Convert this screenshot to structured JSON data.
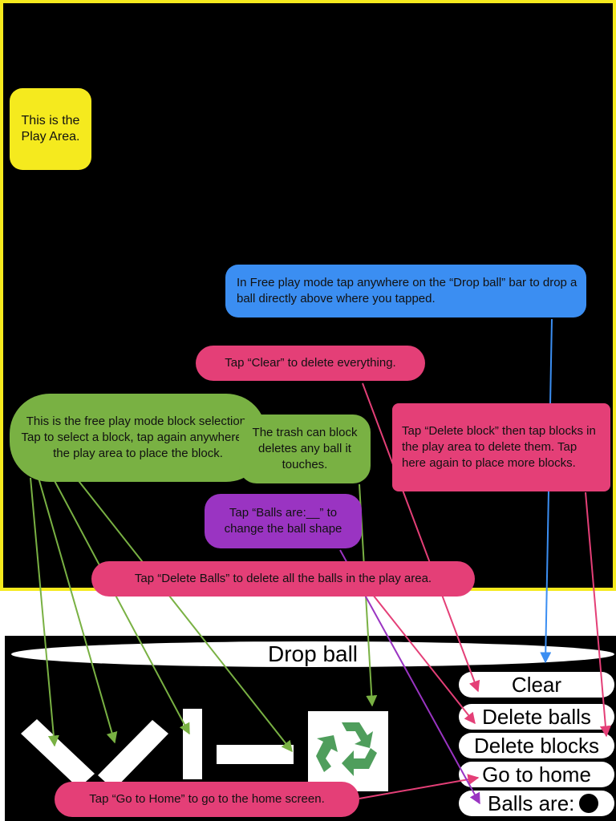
{
  "play_area": {
    "label": "This is the Play Area."
  },
  "control_panel": {
    "drop_ball_label": "Drop ball",
    "buttons": {
      "clear": "Clear",
      "delete_balls": "Delete balls",
      "delete_blocks": "Delete blocks",
      "go_to_home": "Go to home",
      "balls_are": "Balls are:"
    },
    "blocks": [
      "diagonal-block-left",
      "diagonal-block-right",
      "vertical-block",
      "horizontal-block",
      "trash-recycle-block"
    ]
  },
  "callouts": {
    "drop_ball": "In Free play mode tap anywhere on the “Drop ball” bar to drop a ball directly above where you tapped.",
    "clear": "Tap “Clear” to delete everything.",
    "block_selection": "This is the free play mode block selection. Tap to select a block, tap again anywhere in the play area to place the block.",
    "trash": "The trash can block deletes any ball it touches.",
    "delete_block": "Tap “Delete block” then tap blocks in the play area to delete them. Tap here again to place more blocks.",
    "balls_are": "Tap “Balls are:__” to change the ball shape",
    "delete_balls": "Tap “Delete Balls” to delete all the balls in the play area.",
    "go_home": "Tap “Go to Home” to go to the home screen."
  },
  "colors": {
    "play_area_border": "#f5ea1e",
    "yellow": "#f5ea1e",
    "blue": "#3b8ef2",
    "pink": "#e43f77",
    "green": "#79b143",
    "purple": "#9a34c2",
    "recycle_green": "#4f9e5c"
  }
}
